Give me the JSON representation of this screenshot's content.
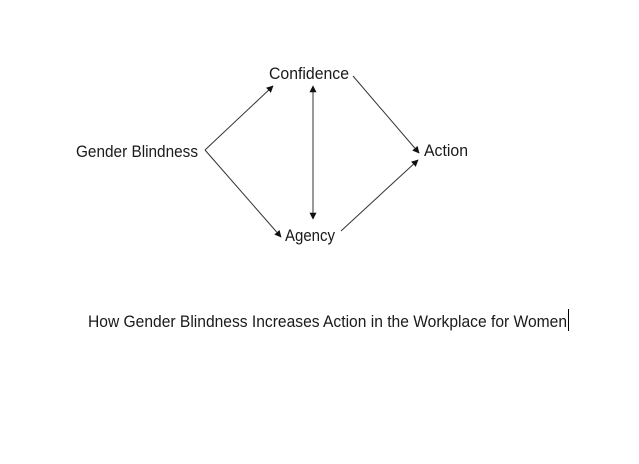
{
  "diagram": {
    "nodes": {
      "gender_blindness": "Gender Blindness",
      "confidence": "Confidence",
      "agency": "Agency",
      "action": "Action"
    },
    "edges": [
      {
        "from": "Gender Blindness",
        "to": "Confidence",
        "direction": "forward"
      },
      {
        "from": "Gender Blindness",
        "to": "Agency",
        "direction": "forward"
      },
      {
        "from": "Confidence",
        "to": "Agency",
        "direction": "bidirectional"
      },
      {
        "from": "Confidence",
        "to": "Action",
        "direction": "forward"
      },
      {
        "from": "Agency",
        "to": "Action",
        "direction": "forward"
      }
    ],
    "caption": "How Gender Blindness Increases Action in the Workplace for Women"
  }
}
